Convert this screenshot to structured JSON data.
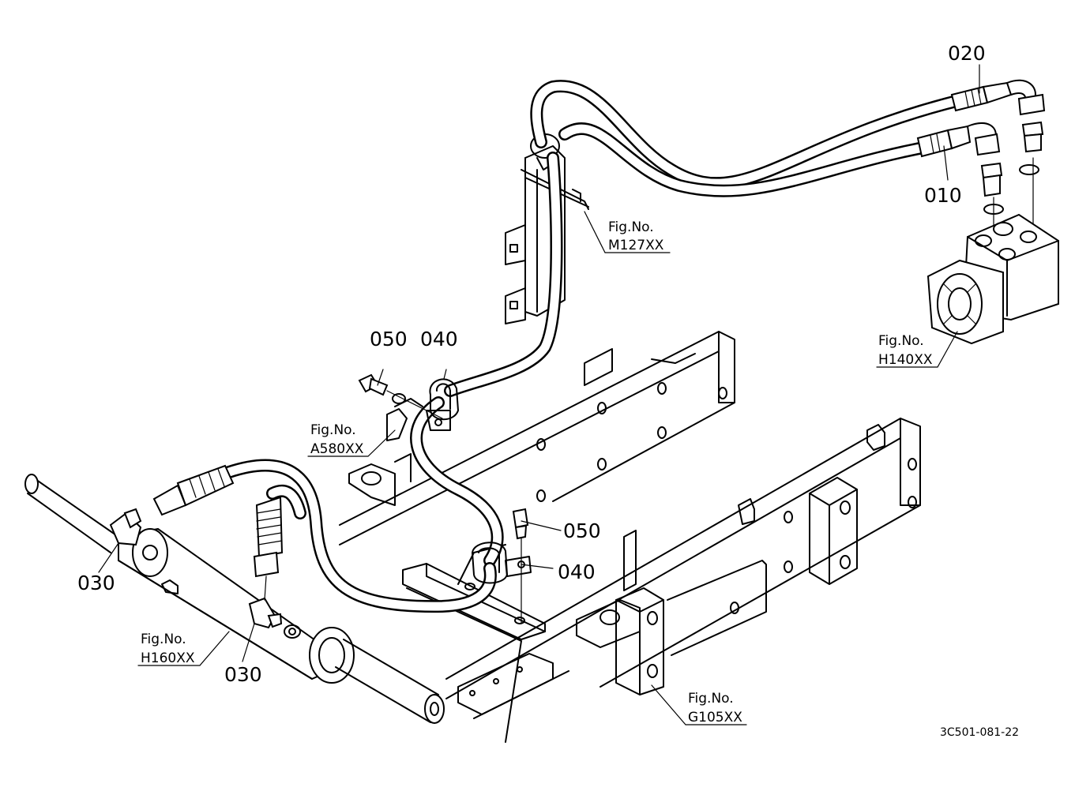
{
  "parts": {
    "p020": "020",
    "p010": "010",
    "p050_upper": "050",
    "p040_upper": "040",
    "p050_lower": "050",
    "p040_lower": "040",
    "p030_left": "030",
    "p030_lower": "030"
  },
  "figure_refs": {
    "m127": {
      "line1": "Fig.No.",
      "line2": "M127XX"
    },
    "h140": {
      "line1": "Fig.No.",
      "line2": "H140XX"
    },
    "a580": {
      "line1": "Fig.No.",
      "line2": "A580XX"
    },
    "h160": {
      "line1": "Fig.No.",
      "line2": "H160XX"
    },
    "g105": {
      "line1": "Fig.No.",
      "line2": "G105XX"
    }
  },
  "drawing_code": "3C501-081-22"
}
